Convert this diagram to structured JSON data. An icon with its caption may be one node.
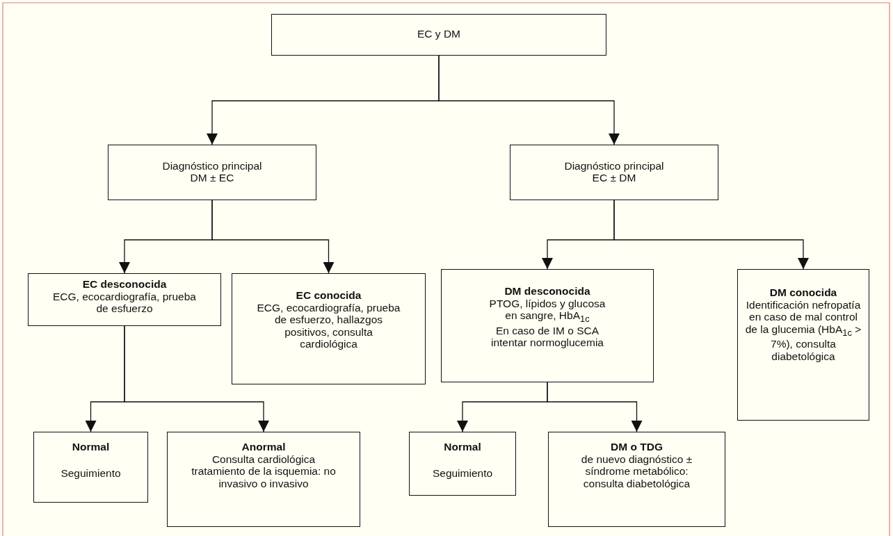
{
  "diagram": {
    "nodes": [
      {
        "text": [
          "EC y DM"
        ]
      },
      {
        "text": [
          "Diagnóstico principal",
          "DM ± EC"
        ]
      },
      {
        "text": [
          "Diagnóstico principal",
          "EC ± DM"
        ]
      },
      {
        "text": [
          "EC desconocida",
          "ECG, ecocardiografía, prueba de esfuerzo"
        ]
      },
      {
        "text": [
          "EC conocida",
          "ECG, ecocardiografía, prueba de esfuerzo, hallazgos positivos, consulta cardiológica"
        ]
      },
      {
        "text": [
          "DM desconocida",
          "PTOG, lípidos y glucosa en sangre, HbA$_{1c}$",
          "En caso de IM o SCA intentar normoglucemia"
        ]
      },
      {
        "text": [
          "DM conocida",
          "Identificación nefropatía en caso de mal control de la glucemia (HbA$_{1c}$ > 7%), consulta diabetológica"
        ]
      },
      {
        "text": [
          "Normal",
          "Seguimiento"
        ]
      },
      {
        "text": [
          "Anormal",
          "Consulta cardiológica tratamiento de la isquemia: no invasivo o invasivo"
        ]
      },
      {
        "text": [
          "Normal",
          "Seguimiento"
        ]
      },
      {
        "text": [
          "DM o TDG",
          "de nuevo diagnóstico ± síndrome metabólico: consulta diabetológica"
        ]
      }
    ],
    "edges": [
      {
        "from": 0,
        "to": 1,
        "arrow": "to"
      },
      {
        "from": 0,
        "to": 2,
        "arrow": "to"
      },
      {
        "from": 1,
        "to": 3,
        "arrow": "to"
      },
      {
        "from": 1,
        "to": 4,
        "arrow": "to"
      },
      {
        "from": 2,
        "to": 5,
        "arrow": "to"
      },
      {
        "from": 2,
        "to": 6,
        "arrow": "to"
      },
      {
        "from": 3,
        "to": 7,
        "arrow": "to"
      },
      {
        "from": 3,
        "to": 8,
        "arrow": "to"
      },
      {
        "from": 5,
        "to": 9,
        "arrow": "to"
      },
      {
        "from": 5,
        "to": 10,
        "arrow": "to"
      }
    ]
  }
}
